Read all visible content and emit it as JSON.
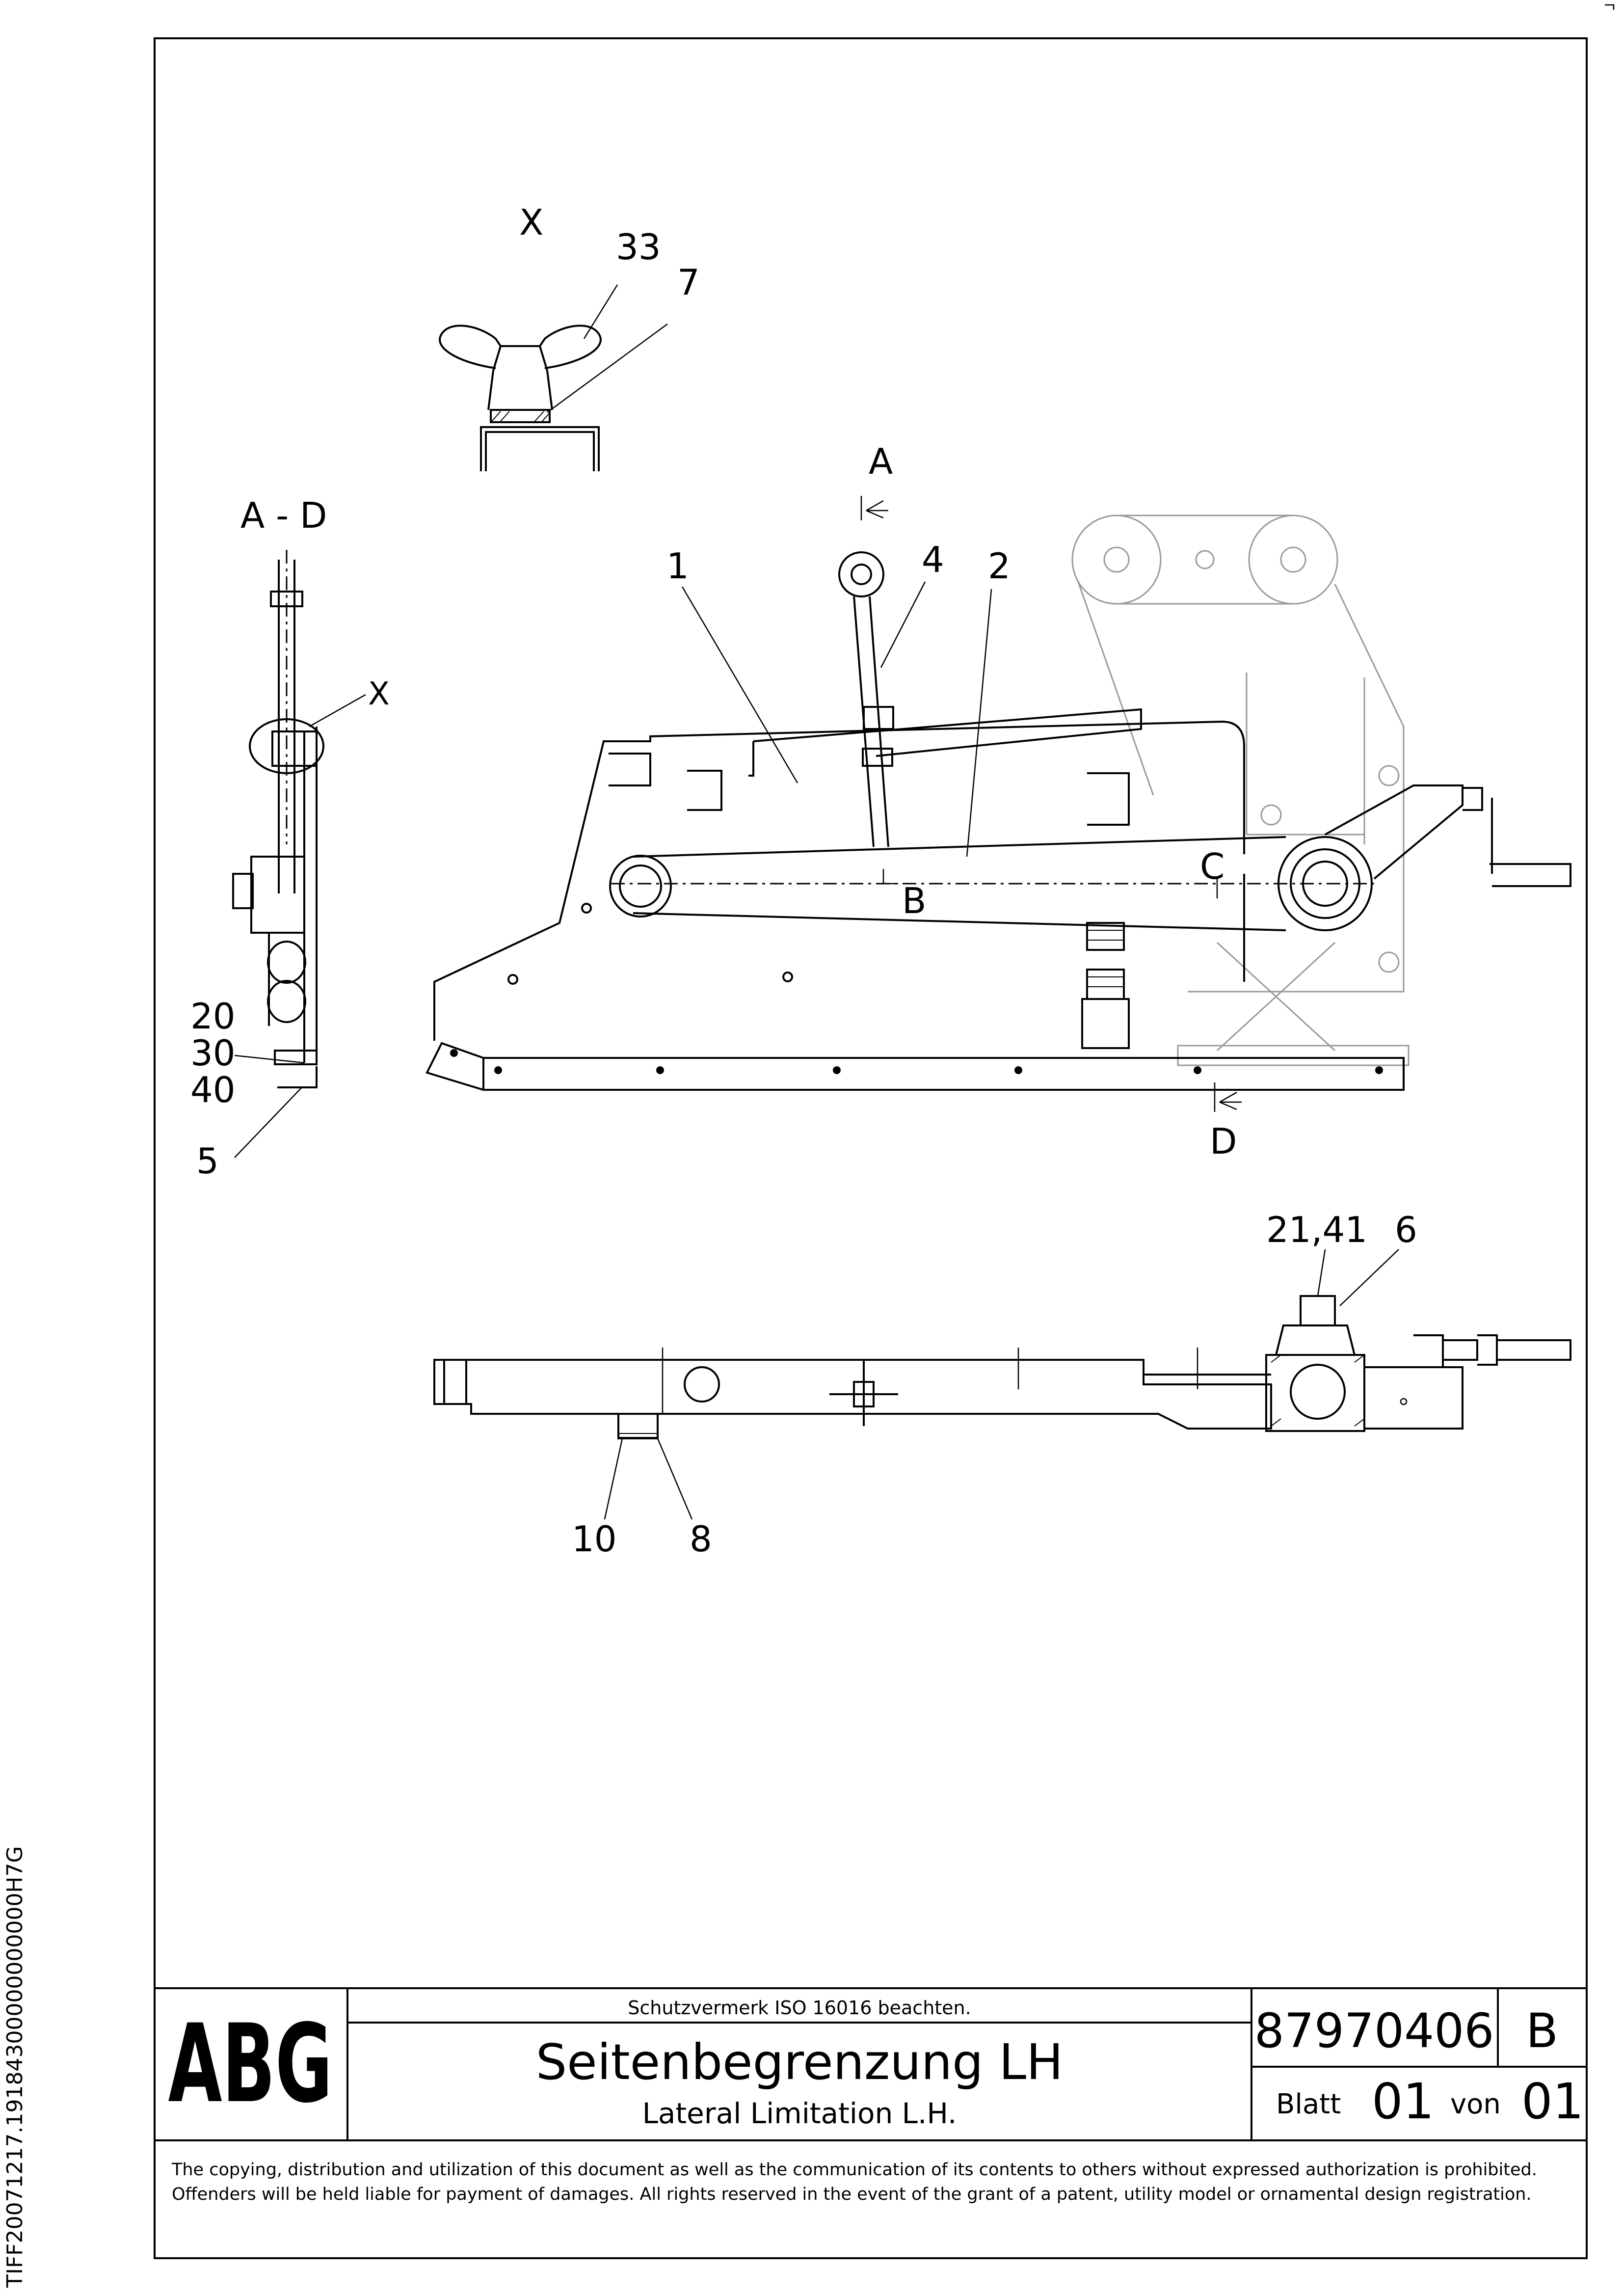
{
  "side_code": "TIFF20071217.19184300000000000H7G",
  "views": {
    "detail_x": {
      "title": "X",
      "callouts": [
        "33",
        "7"
      ]
    },
    "section": {
      "title": "A - D",
      "callout_x": "X",
      "callout_stack": [
        "20",
        "30",
        "40"
      ],
      "callout_5": "5"
    },
    "side": {
      "callouts": [
        "1",
        "4",
        "2"
      ],
      "section_marks": [
        "A",
        "B",
        "C",
        "D"
      ]
    },
    "top": {
      "callouts": [
        "21,41",
        "6",
        "10",
        "8"
      ]
    }
  },
  "title_block": {
    "logo": "ABG",
    "protection_note": "Schutzvermerk ISO 16016 beachten.",
    "title_de": "Seitenbegrenzung LH",
    "title_en": "Lateral Limitation L.H.",
    "drawing_number": "87970406",
    "revision": "B",
    "sheet_label": "Blatt",
    "sheet_number": "01",
    "sheet_of_label": "von",
    "sheet_total": "01",
    "copyright": "The copying, distribution and utilization of this document as well as the communication of its contents to others without expressed authorization is prohibited. Offenders will be held liable for payment of damages. All rights reserved in the event of the grant of a patent, utility model or ornamental design registration."
  }
}
